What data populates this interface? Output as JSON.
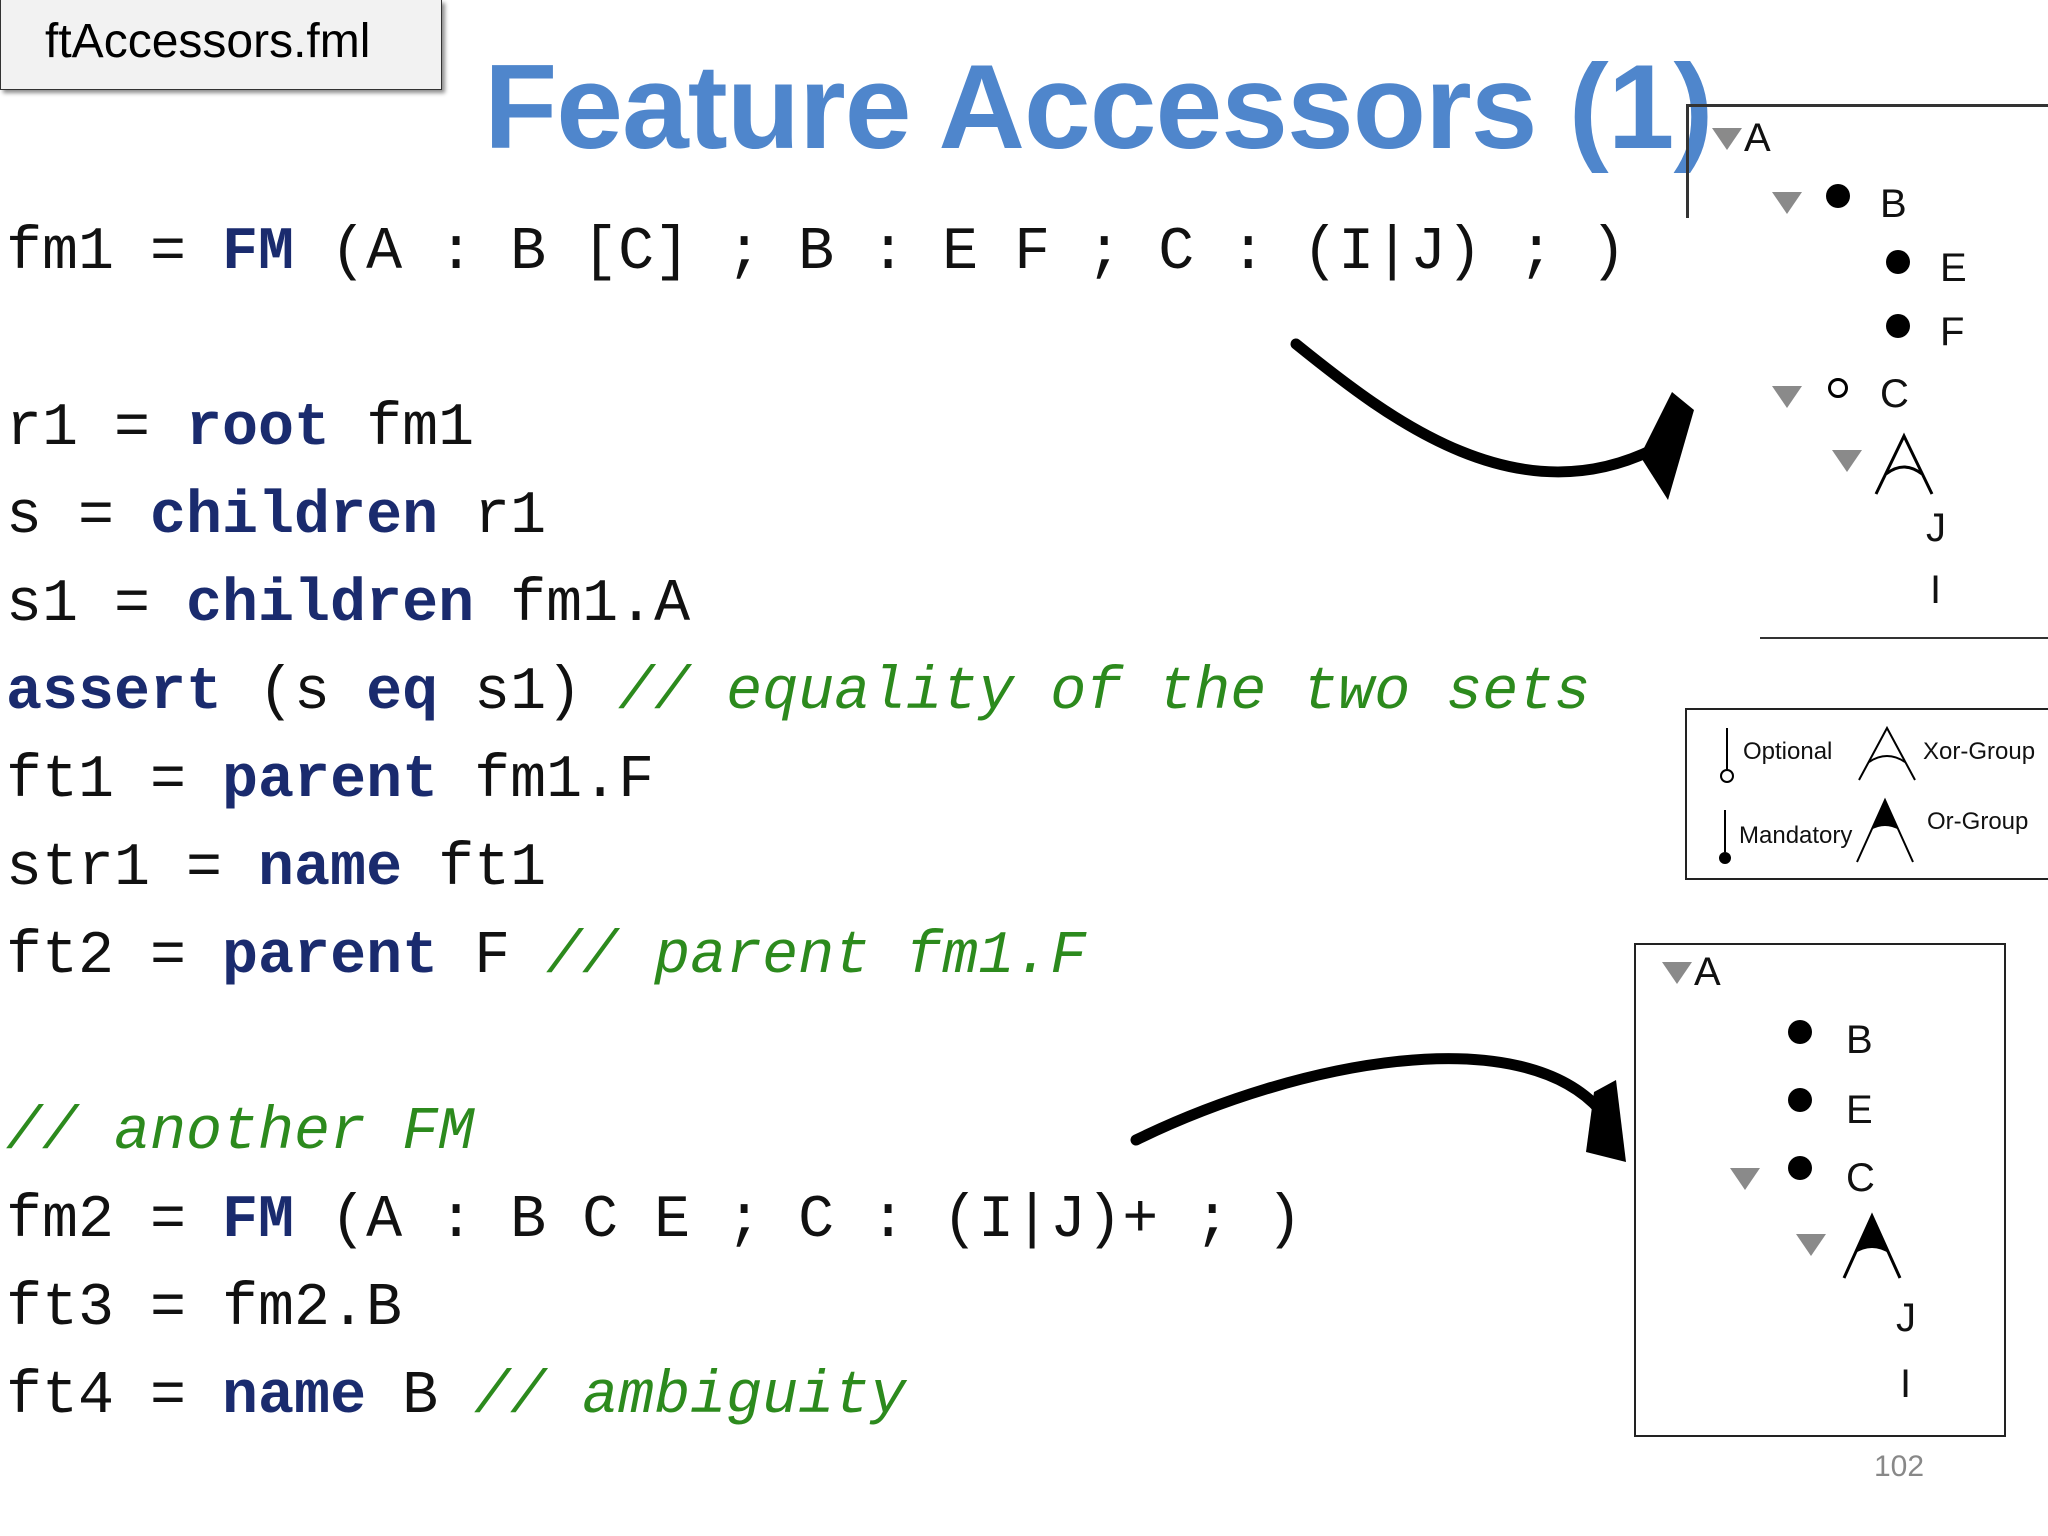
{
  "file_tab": "ftAccessors.fml",
  "title": "Feature Accessors (1)",
  "page_number": "102",
  "code_lines": [
    [
      {
        "t": "fm1 = ",
        "c": "pl"
      },
      {
        "t": "FM",
        "c": "kw"
      },
      {
        "t": " (A : B [C] ; B : E F ; C : (I|J) ; )",
        "c": "pl"
      }
    ],
    [],
    [
      {
        "t": "r1 = ",
        "c": "pl"
      },
      {
        "t": "root",
        "c": "kw"
      },
      {
        "t": " fm1",
        "c": "pl"
      }
    ],
    [
      {
        "t": "s = ",
        "c": "pl"
      },
      {
        "t": "children",
        "c": "kw"
      },
      {
        "t": " r1",
        "c": "pl"
      }
    ],
    [
      {
        "t": "s1 = ",
        "c": "pl"
      },
      {
        "t": "children",
        "c": "kw"
      },
      {
        "t": " fm1.A",
        "c": "pl"
      }
    ],
    [
      {
        "t": "assert",
        "c": "kw"
      },
      {
        "t": " (s ",
        "c": "pl"
      },
      {
        "t": "eq",
        "c": "kw"
      },
      {
        "t": " s1) ",
        "c": "pl"
      },
      {
        "t": "// equality of the two sets",
        "c": "cm"
      }
    ],
    [
      {
        "t": "ft1 = ",
        "c": "pl"
      },
      {
        "t": "parent",
        "c": "kw"
      },
      {
        "t": " fm1.F",
        "c": "pl"
      }
    ],
    [
      {
        "t": "str1 = ",
        "c": "pl"
      },
      {
        "t": "name",
        "c": "kw"
      },
      {
        "t": " ft1",
        "c": "pl"
      }
    ],
    [
      {
        "t": "ft2 = ",
        "c": "pl"
      },
      {
        "t": "parent",
        "c": "kw"
      },
      {
        "t": " F ",
        "c": "pl"
      },
      {
        "t": "// parent fm1.F",
        "c": "cm"
      }
    ],
    [],
    [
      {
        "t": "// another FM",
        "c": "cm"
      }
    ],
    [
      {
        "t": "fm2 = ",
        "c": "pl"
      },
      {
        "t": "FM",
        "c": "kw"
      },
      {
        "t": " (A : B C E ; C : (I|J)+ ; )",
        "c": "pl"
      }
    ],
    [
      {
        "t": "ft3 = fm2.B",
        "c": "pl"
      }
    ],
    [
      {
        "t": "ft4 = ",
        "c": "pl"
      },
      {
        "t": "name",
        "c": "kw"
      },
      {
        "t": " B ",
        "c": "pl"
      },
      {
        "t": "// ambiguity",
        "c": "cm"
      }
    ]
  ],
  "tree1": {
    "nodes": [
      "A",
      "B",
      "E",
      "F",
      "C",
      "J",
      "I"
    ]
  },
  "tree2": {
    "nodes": [
      "A",
      "B",
      "E",
      "C",
      "J",
      "I"
    ]
  },
  "legend": {
    "optional": "Optional",
    "mandatory": "Mandatory",
    "xor_group": "Xor-Group",
    "or_group": "Or-Group"
  }
}
